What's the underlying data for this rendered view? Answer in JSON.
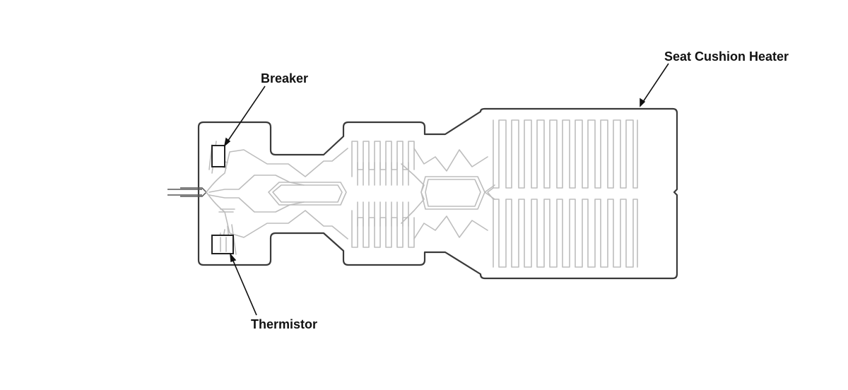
{
  "labels": {
    "seat_cushion_heater": "Seat Cushion Heater",
    "breaker": "Breaker",
    "thermistor": "Thermistor"
  },
  "colors": {
    "outline": "#3a3a3a",
    "element": "#bdbdbd",
    "text": "#111111"
  }
}
